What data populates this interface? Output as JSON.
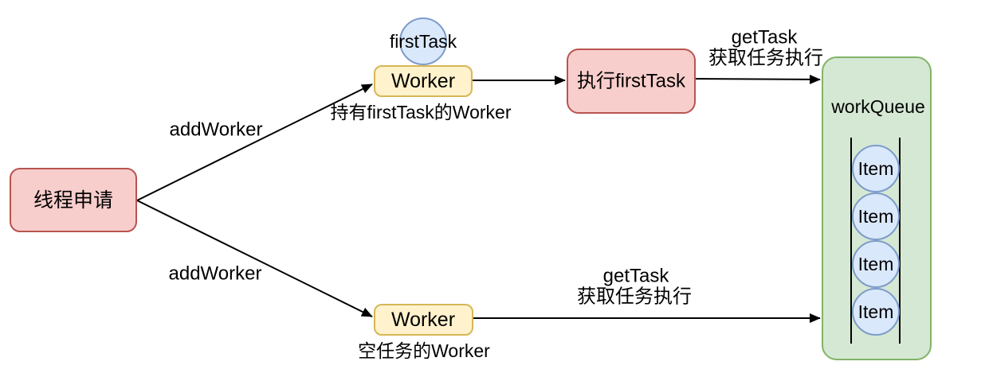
{
  "diagram": {
    "background": "#ffffff",
    "colors": {
      "node_pink_fill": "#F8CECC",
      "node_pink_stroke": "#B85450",
      "node_yellow_fill": "#FFF2CC",
      "node_yellow_stroke": "#D6B656",
      "node_green_fill": "#D5E8D4",
      "node_green_stroke": "#82B366",
      "node_blue_fill": "#DAE8FC",
      "node_blue_stroke": "#7D9CC9",
      "edge_color": "#000000"
    },
    "nodes": {
      "thread_request": {
        "label": "线程申请"
      },
      "first_task": {
        "label": "firstTask"
      },
      "worker_top": {
        "label": "Worker",
        "caption": "持有firstTask的Worker"
      },
      "execute_first_task": {
        "label": "执行firstTask"
      },
      "work_queue": {
        "label": "workQueue",
        "items": [
          "Item",
          "Item",
          "Item",
          "Item"
        ]
      },
      "worker_bottom": {
        "label": "Worker",
        "caption": "空任务的Worker"
      }
    },
    "edges": {
      "add_worker_top": {
        "label": "addWorker"
      },
      "add_worker_bottom": {
        "label": "addWorker"
      },
      "get_task_top": {
        "label_line1": "getTask",
        "label_line2": "获取任务执行"
      },
      "get_task_bottom": {
        "label_line1": "getTask",
        "label_line2": "获取任务执行"
      }
    }
  }
}
